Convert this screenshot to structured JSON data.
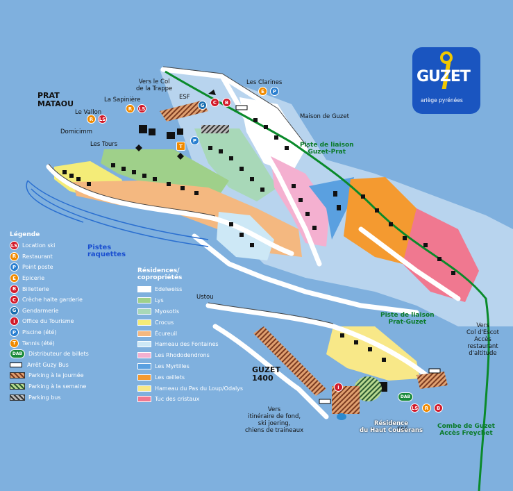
{
  "logo": {
    "name": "GUZET",
    "tagline": "ariège pyrénées"
  },
  "places": {
    "prat_mataou": "PRAT\nMATAOU",
    "guzet_1400": "GUZET\n1400",
    "ustou": "Ustou",
    "maison_guzet": "Maison de Guzet",
    "les_clarines": "Les Clarines",
    "la_sapiniere": "La Sapinière",
    "le_vallon": "Le Vallon",
    "domicimm": "Domicimm",
    "les_tours": "Les Tours",
    "esf_top": "ESF",
    "esf_bottom": "ESF",
    "vers_col_trappe": "Vers le Col\nde la Trappe",
    "pistes_raquettes": "Pistes\nraquettes",
    "piste_guzet_prat": "Piste de liaison\nGuzet-Prat",
    "piste_prat_guzet": "Piste de liaison\nPrat-Guzet",
    "vers_col_escot": "Vers\nCol d'Escot\nAccès\nrestaurant\nd'altitude",
    "vers_itineraire": "Vers\nitinéraire de fond,\nski joering,\nchiens de traineaux",
    "residence_couserans": "Résidence\ndu Haut Couserans",
    "combe_guzet": "Combe de Guzet\nAccès Freychet"
  },
  "pins": {
    "ls": "LS",
    "r": "R",
    "p": "P",
    "e": "E",
    "b": "B",
    "c": "C",
    "g": "G",
    "i": "i",
    "dab": "DAB"
  },
  "legend": {
    "title": "Légende",
    "items": [
      {
        "code": "LS",
        "type": "ls",
        "label": "Location ski"
      },
      {
        "code": "R",
        "type": "r",
        "label": "Restaurant"
      },
      {
        "code": "P",
        "type": "p",
        "label": "Point poste"
      },
      {
        "code": "E",
        "type": "e",
        "label": "Epicerie"
      },
      {
        "code": "B",
        "type": "b",
        "label": "Billetterie"
      },
      {
        "code": "C",
        "type": "c",
        "label": "Crèche halte garderie"
      },
      {
        "code": "G",
        "type": "g",
        "label": "Gendarmerie"
      },
      {
        "code": "i",
        "type": "i",
        "label": "Office du Tourisme"
      },
      {
        "code": "P",
        "type": "p",
        "label": "Piscine (été)"
      },
      {
        "code": "T",
        "type": "r",
        "label": "Tennis (été)"
      },
      {
        "code": "DAB",
        "type": "dab",
        "label": "Distributeur de billets"
      },
      {
        "code": "",
        "type": "bus",
        "label": "Arrêt Guzy Bus"
      },
      {
        "code": "",
        "type": "day",
        "label": "Parking à la journée"
      },
      {
        "code": "",
        "type": "week",
        "label": "Parking à la semaine"
      },
      {
        "code": "",
        "type": "busp",
        "label": "Parking bus"
      }
    ]
  },
  "residences": {
    "title": "Résidences/\ncopropriétés",
    "items": [
      {
        "label": "Edelweiss",
        "color": "#ffffff"
      },
      {
        "label": "Lys",
        "color": "#9fd08a"
      },
      {
        "label": "Myosotis",
        "color": "#a8d8b8"
      },
      {
        "label": "Crocus",
        "color": "#f4ec78"
      },
      {
        "label": "Écureuil",
        "color": "#f4b880"
      },
      {
        "label": "Hameau des Fontaines",
        "color": "#cde8f6"
      },
      {
        "label": "Les Rhododendrons",
        "color": "#f4b0d0"
      },
      {
        "label": "Les Myrtilles",
        "color": "#5aa0e0"
      },
      {
        "label": "Les œillets",
        "color": "#f49a30"
      },
      {
        "label": "Hameau du Pas du Loup/Odalys",
        "color": "#f8e888"
      },
      {
        "label": "Tuc des cristaux",
        "color": "#f07890"
      }
    ]
  }
}
